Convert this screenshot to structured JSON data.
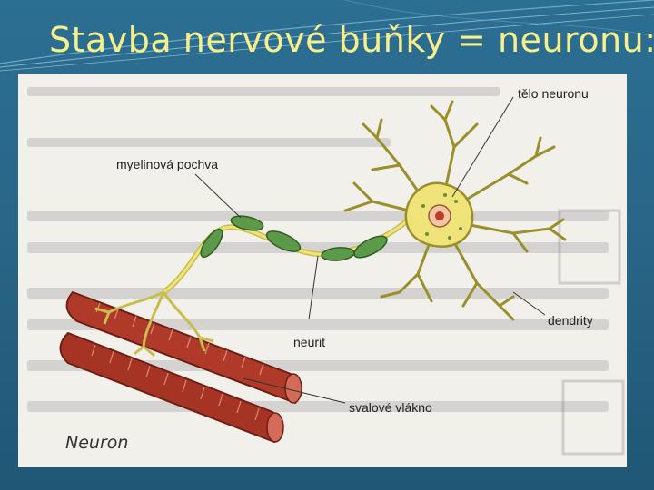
{
  "slide": {
    "title": "Stavba nervové buňky = neuronu:"
  },
  "figure": {
    "caption": "Neuron",
    "labels": {
      "cell_body": "tělo neuronu",
      "myelin": "myelinová pochva",
      "dendrites": "dendrity",
      "neurite": "neurit",
      "muscle_fiber": "svalové vlákno"
    },
    "colors": {
      "neuron_fill": "#efe37a",
      "neuron_stroke": "#9a8f2a",
      "myelin": "#5c9a4a",
      "muscle": "#b03a2a",
      "nucleus": "#c0392b"
    }
  }
}
